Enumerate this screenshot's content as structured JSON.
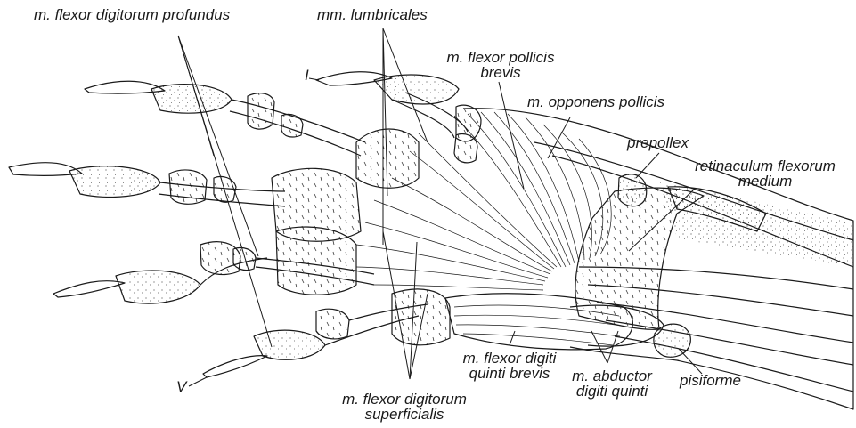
{
  "labels": {
    "flexor_digitorum_profundus": "m. flexor digitorum profundus",
    "lumbricales": "mm. lumbricales",
    "flexor_pollicis_brevis_1": "m. flexor pollicis",
    "flexor_pollicis_brevis_2": "brevis",
    "opponens_pollicis": "m. opponens pollicis",
    "digit_one": "I",
    "prepollex": "prepollex",
    "retinaculum_1": "retinaculum flexorum",
    "retinaculum_2": "medium",
    "digit_five": "V",
    "flexor_digiti_quinti_brevis_1": "m. flexor digiti",
    "flexor_digiti_quinti_brevis_2": "quinti brevis",
    "abductor_digiti_quinti_1": "m. abductor",
    "abductor_digiti_quinti_2": "digiti quinti",
    "pisiforme": "pisiforme",
    "flexor_digitorum_superficialis_1": "m. flexor digitorum",
    "flexor_digitorum_superficialis_2": "superficialis"
  },
  "colors": {
    "ink": "#1a1a1a",
    "stipple": "#555555",
    "background": "#ffffff"
  }
}
